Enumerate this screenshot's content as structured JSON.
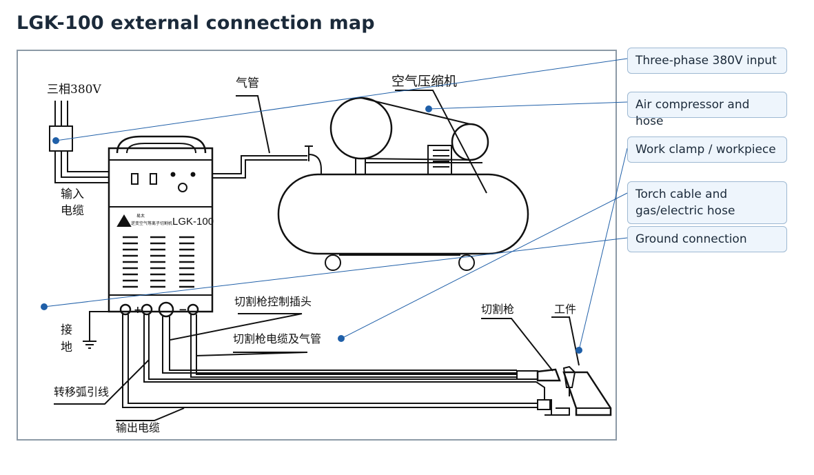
{
  "page": {
    "title": "LGK-100 external connection map"
  },
  "colors": {
    "callout_bg": "#eef5fc",
    "callout_border": "#9db8d2",
    "leader": "#1f5fa8",
    "dot": "#1f5fa8",
    "frame": "#8c99a6"
  },
  "diagram": {
    "three_phase": "三相380V",
    "input_cable_1": "输入",
    "input_cable_2": "电缆",
    "air_hose": "气管",
    "air_compressor": "空气压缩机",
    "brand_small": "易太",
    "brand_line": "逆变空气等离子切割机",
    "model": "LGK-100",
    "ground_1": "接",
    "ground_2": "地",
    "plus": "+",
    "minus": "−",
    "torch_control_plug": "切割枪控制插头",
    "torch_cable_hose": "切割枪电缆及气管",
    "transfer_arc": "转移弧引线",
    "output_cable": "输出电缆",
    "torch": "切割枪",
    "workpiece": "工件"
  },
  "callouts": [
    {
      "id": "three-phase",
      "label": "Three-phase 380V input"
    },
    {
      "id": "air-compressor",
      "label": "Air compressor and hose"
    },
    {
      "id": "work-clamp",
      "label": "Work clamp / workpiece"
    },
    {
      "id": "torch-cable",
      "label": "Torch cable and gas/electric hose"
    },
    {
      "id": "ground",
      "label": "Ground connection"
    }
  ]
}
